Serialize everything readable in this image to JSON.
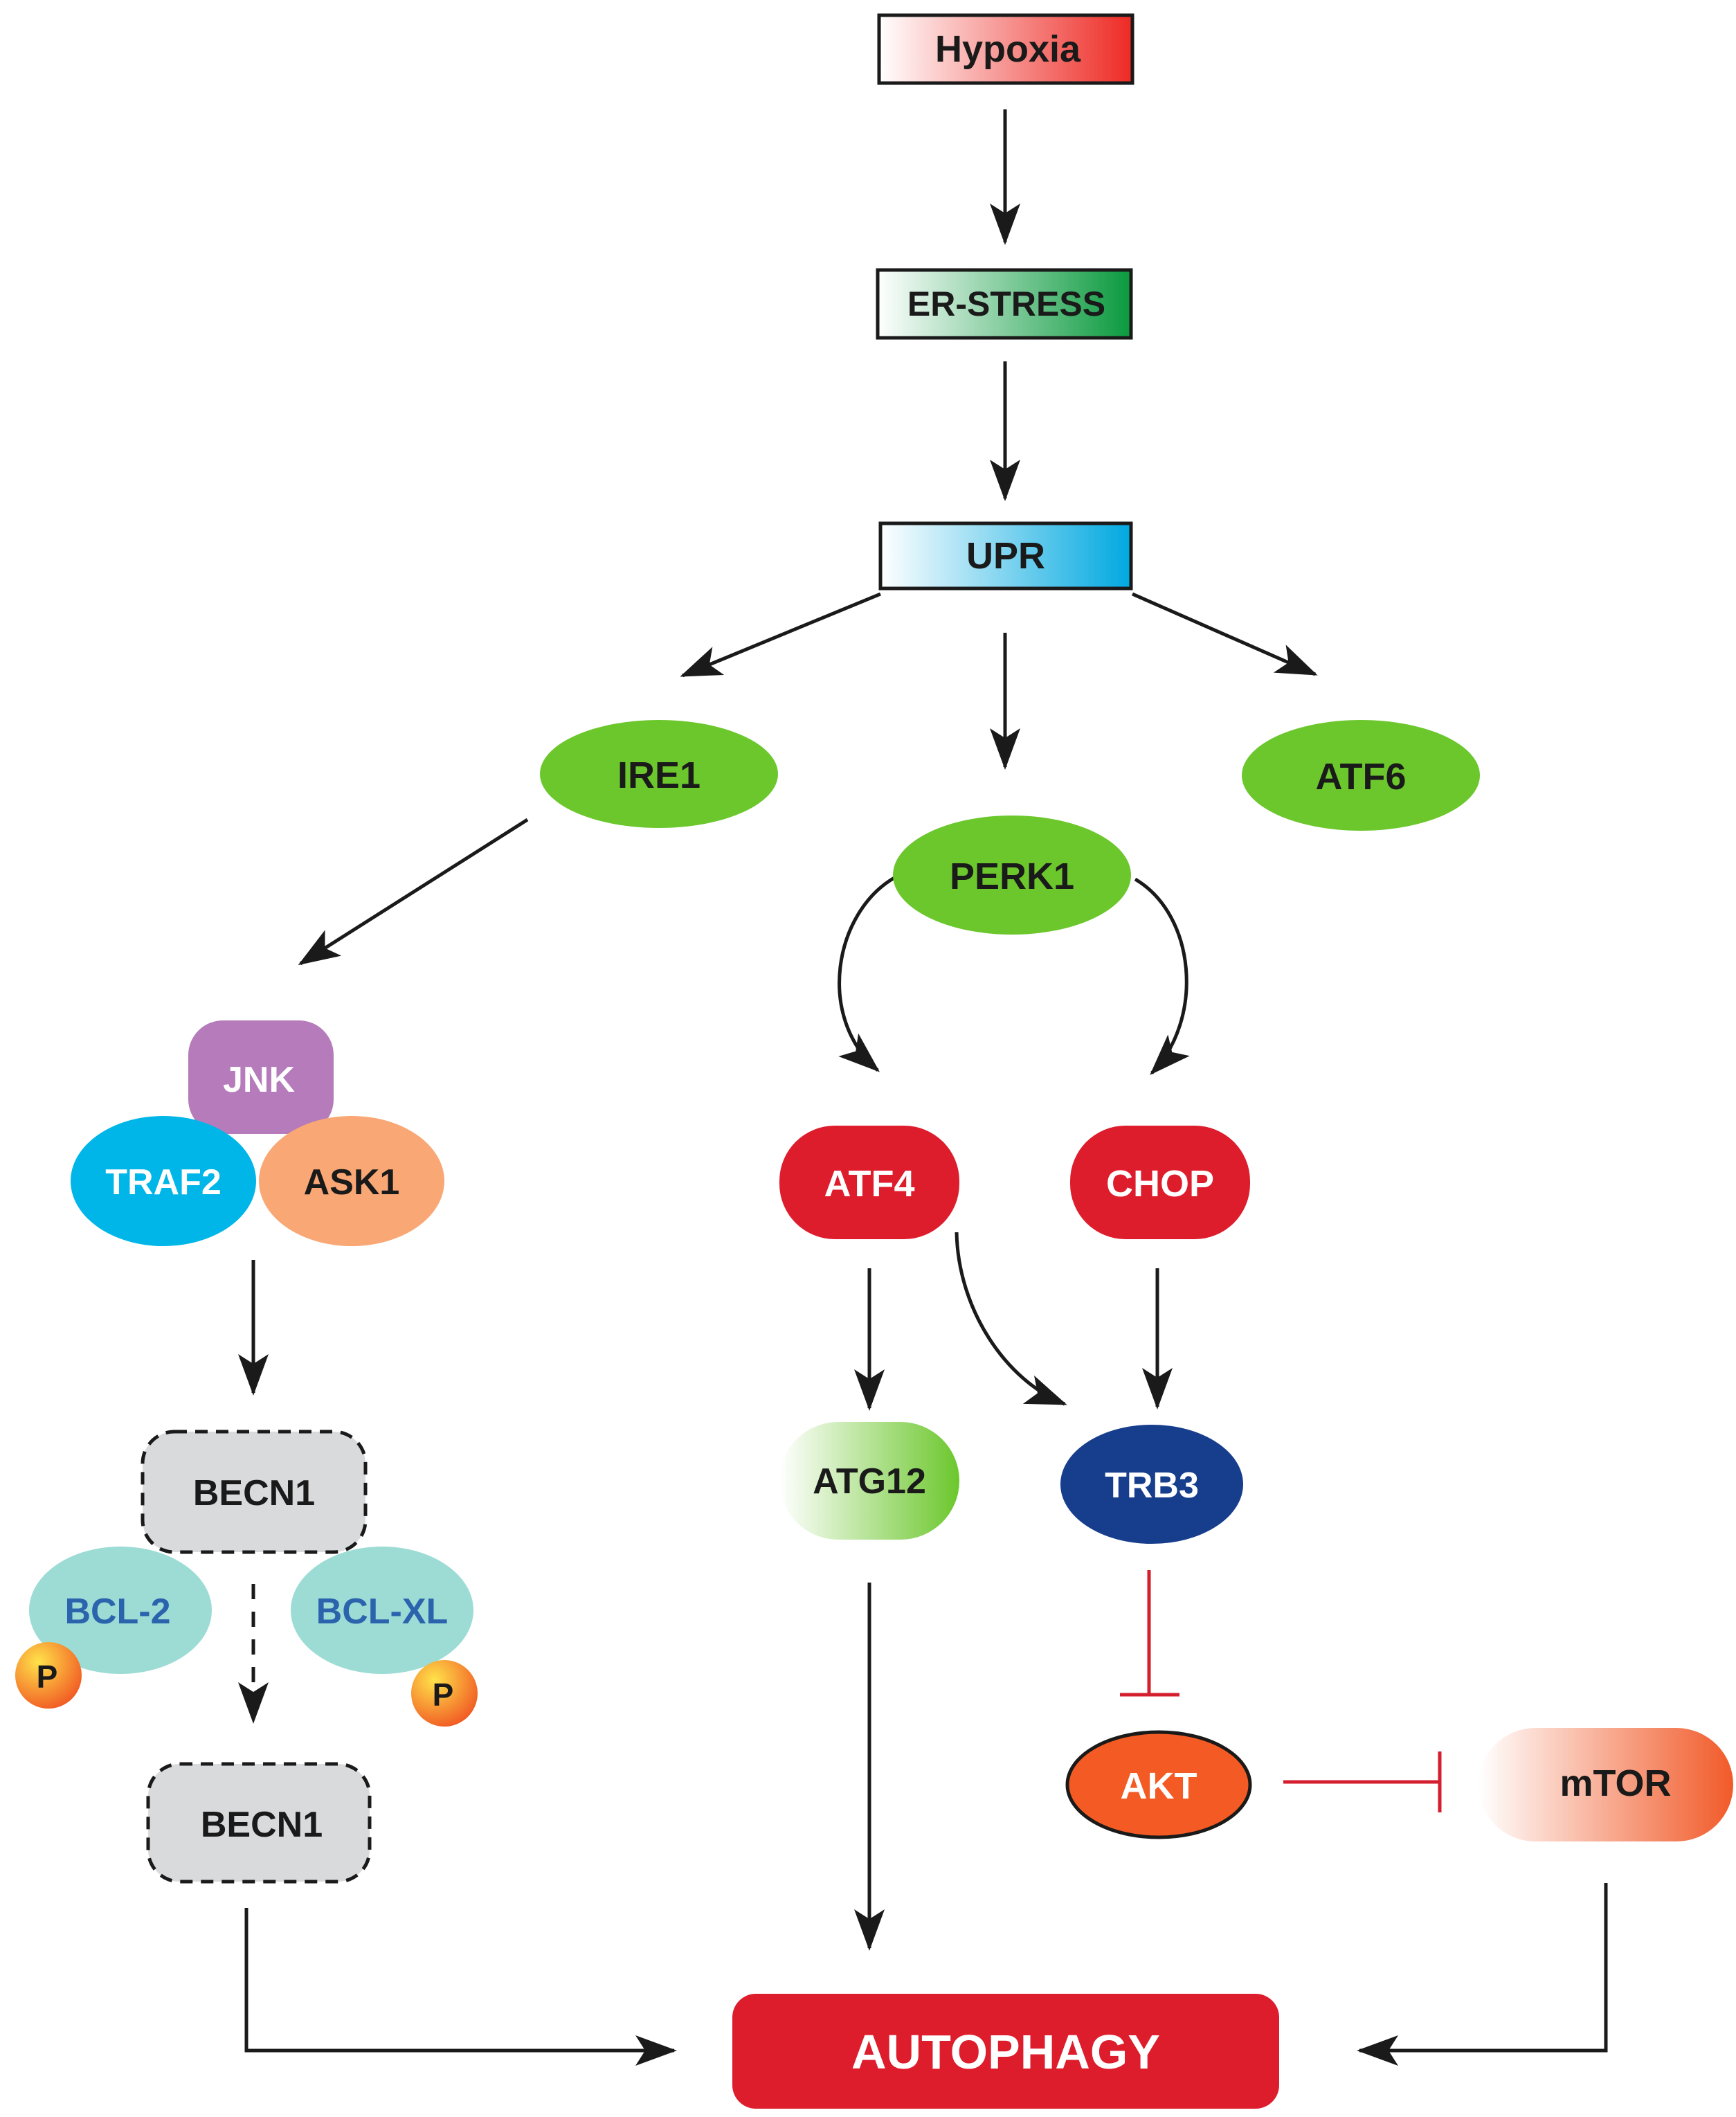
{
  "nodes": {
    "hypoxia": "Hypoxia",
    "er_stress": "ER-STRESS",
    "upr": "UPR",
    "ire1": "IRE1",
    "perk1": "PERK1",
    "atf6": "ATF6",
    "jnk": "JNK",
    "traf2": "TRAF2",
    "ask1": "ASK1",
    "atf4": "ATF4",
    "chop": "CHOP",
    "becn1_top": "BECN1",
    "becn1_bottom": "BECN1",
    "bcl2": "BCL-2",
    "bclxl": "BCL-XL",
    "phospho_left": "P",
    "phospho_right": "P",
    "atg12": "ATG12",
    "trb3": "TRB3",
    "akt": "AKT",
    "mtor": "mTOR",
    "autophagy": "AUTOPHAGY"
  },
  "colors": {
    "hypoxia": "#ee2a24",
    "er_stress": "#0a9a3e",
    "upr": "#00a8e0",
    "green_node": "#6cc72d",
    "jnk": "#b57bba",
    "traf2": "#00b6e8",
    "ask1": "#f8a775",
    "red_node": "#dd1c2c",
    "becn1": "#d9dadc",
    "bcl": "#9cdcd5",
    "bcl_text": "#2b63ad",
    "phospho": "#f7941d",
    "atg12": "#6cc72d",
    "trb3": "#173e8c",
    "akt": "#f45a23",
    "mtor": "#f15a29",
    "autophagy": "#dd1c2c",
    "inhibit": "#d41f2f",
    "arrow": "#1a1a1a"
  }
}
